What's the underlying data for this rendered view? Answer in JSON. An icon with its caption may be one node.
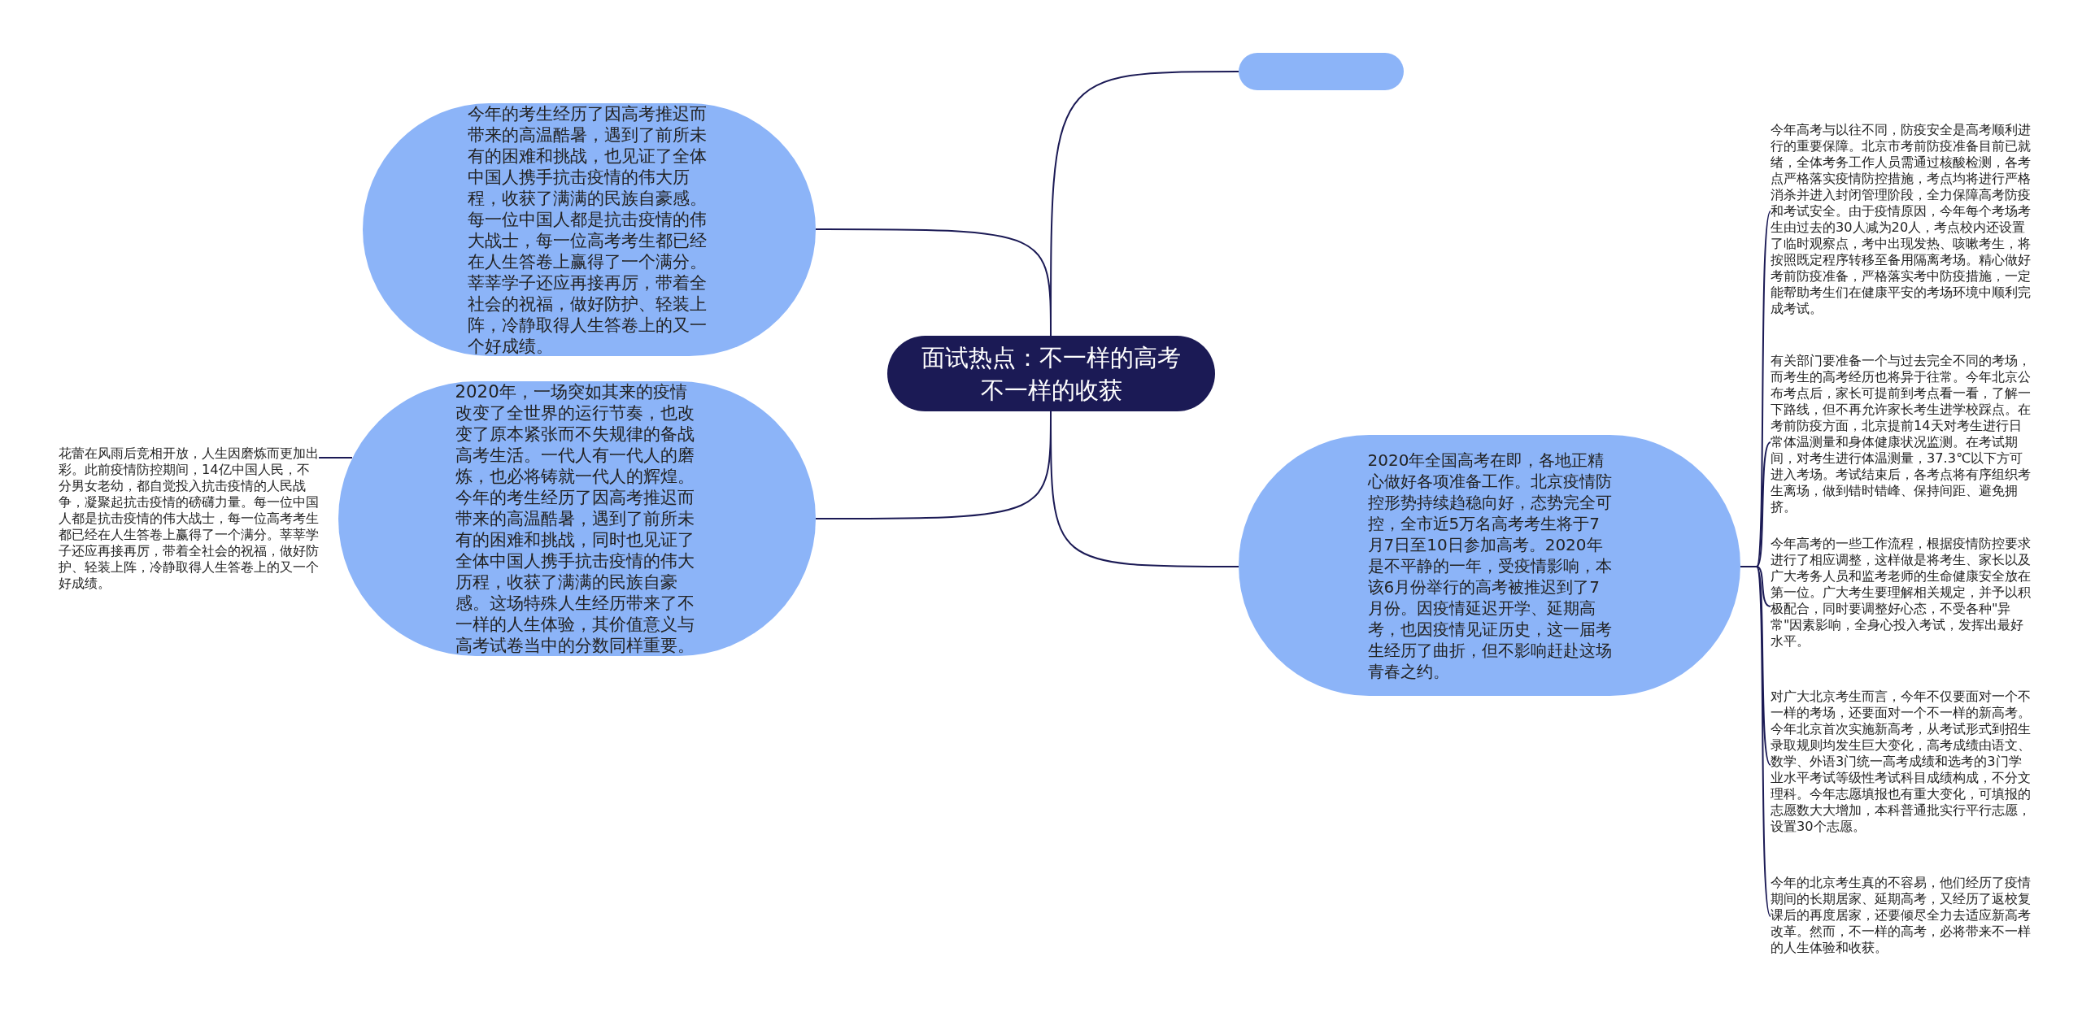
{
  "diagram": {
    "nodes": [
      {
        "text": [
          "面试热点：不一样的高考不一样的收获"
        ]
      },
      {
        "text": [],
        "shape": "box"
      },
      {
        "text": [
          "今年的考生经历了因高考推迟而带来的高温酷暑，遇到了前所未有的困难和挑战，也见证了全体中国人携手抗击疫情的伟大历程，收获了满满的民族自豪感。每一位中国人都是抗击疫情的伟大战士，每一位高考考生都已经在人生答卷上赢得了一个满分。莘莘学子还应再接再厉，带着全社会的祝福，做好防护、轻装上阵，冷静取得人生答卷上的又一个好成绩。"
        ]
      },
      {
        "text": [
          "2020年，一场突如其来的疫情改变了全世界的运行节奏，也改变了原本紧张而不失规律的备战高考生活。一代人有一代人的磨炼，也必将铸就一代人的辉煌。今年的考生经历了因高考推迟而带来的高温酷暑，遇到了前所未有的困难和挑战，同时也见证了全体中国人携手抗击疫情的伟大历程，收获了满满的民族自豪感。这场特殊人生经历带来了不一样的人生体验，其价值意义与高考试卷当中的分数同样重要。"
        ]
      },
      {
        "text": [
          "花蕾在风雨后竞相开放，人生因磨炼而更加出彩。此前疫情防控期间，14亿中国人民，不分男女老幼，都自觉投入抗击疫情的人民战争，凝聚起抗击疫情的磅礴力量。每一位中国人都是抗击疫情的伟大战士，每一位高考考生都已经在人生答卷上赢得了一个满分。莘莘学子还应再接再厉，带着全社会的祝福，做好防护、轻装上阵，冷静取得人生答卷上的又一个好成绩。"
        ]
      },
      {
        "text": [
          "2020年全国高考在即，各地正精心做好各项准备工作。北京疫情防控形势持续趋稳向好，态势完全可控，全市近5万名高考考生将于7月7日至10日参加高考。2020年是不平静的一年，受疫情影响，本该6月份举行的高考被推迟到了7月份。因疫情延迟开学、延期高考，也因疫情见证历史，这一届考生经历了曲折，但不影响赶赴这场青春之约。"
        ]
      },
      {
        "text": [
          "今年高考与以往不同，防疫安全是高考顺利进行的重要保障。北京市考前防疫准备目前已就绪，全体考务工作人员需通过核酸检测，各考点严格落实疫情防控措施，考点均将进行严格消杀并进入封闭管理阶段，全力保障高考防疫和考试安全。由于疫情原因，今年每个考场考生由过去的30人减为20人，考点校内还设置了临时观察点，考中出现发热、咳嗽考生，将按照既定程序转移至备用隔离考场。精心做好考前防疫准备，严格落实考中防疫措施，一定能帮助考生们在健康平安的考场环境中顺利完成考试。"
        ]
      },
      {
        "text": [
          "有关部门要准备一个与过去完全不同的考场，而考生的高考经历也将异于往常。今年北京公布考点后，家长可提前到考点看一看，了解一下路线，但不再允许家长考生进学校踩点。在考前防疫方面，北京提前14天对考生进行日常体温测量和身体健康状况监测。在考试期间，对考生进行体温测量，37.3℃以下方可进入考场。考试结束后，各考点将有序组织考生离场，做到错时错峰、保持间距、避免拥挤。"
        ]
      },
      {
        "text": [
          "今年高考的一些工作流程，根据疫情防控要求进行了相应调整，这样做是将考生、家长以及广大考务人员和监考老师的生命健康安全放在第一位。广大考生要理解相关规定，并予以积极配合，同时要调整好心态，不受各种\"异常\"因素影响，全身心投入考试，发挥出最好水平。"
        ]
      },
      {
        "text": [
          "对广大北京考生而言，今年不仅要面对一个不一样的考场，还要面对一个不一样的新高考。今年北京首次实施新高考，从考试形式到招生录取规则均发生巨大变化，高考成绩由语文、数学、外语3门统一高考成绩和选考的3门学业水平考试等级性考试科目成绩构成，不分文理科。今年志愿填报也有重大变化，可填报的志愿数大大增加，本科普通批实行平行志愿，设置30个志愿。"
        ]
      },
      {
        "text": [
          "今年的北京考生真的不容易，他们经历了疫情期间的长期居家、延期高考，又经历了返校复课后的再度居家，还要倾尽全力去适应新高考改革。然而，不一样的高考，必将带来不一样的人生体验和收获。"
        ]
      }
    ],
    "edges": [
      {
        "from": 0,
        "to": 1,
        "arrow": "none"
      },
      {
        "from": 0,
        "to": 2,
        "arrow": "none"
      },
      {
        "from": 0,
        "to": 3,
        "arrow": "none"
      },
      {
        "from": 3,
        "to": 4,
        "arrow": "none"
      },
      {
        "from": 0,
        "to": 5,
        "arrow": "none"
      },
      {
        "from": 5,
        "to": 6,
        "arrow": "none"
      },
      {
        "from": 5,
        "to": 7,
        "arrow": "none"
      },
      {
        "from": 5,
        "to": 8,
        "arrow": "none"
      },
      {
        "from": 5,
        "to": 9,
        "arrow": "none"
      },
      {
        "from": 5,
        "to": 10,
        "arrow": "none"
      }
    ]
  }
}
